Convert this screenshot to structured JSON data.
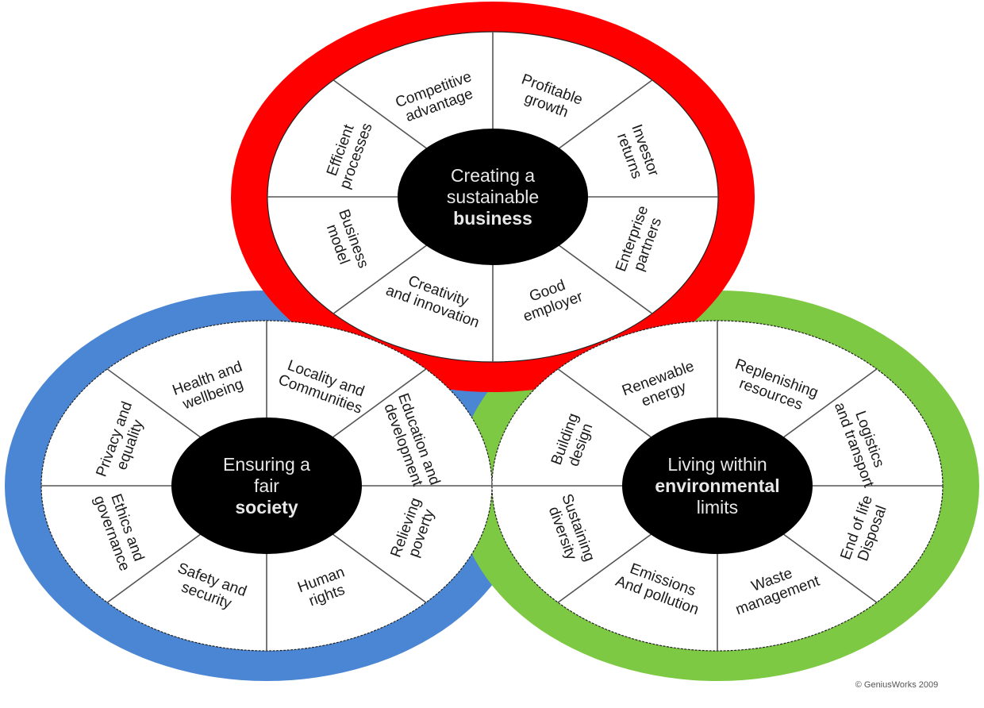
{
  "diagram": {
    "type": "venn-wheel",
    "copyright": "© GeniusWorks 2009",
    "colors": {
      "business_ring": "#ff0000",
      "society_ring": "#4a86d4",
      "environment_ring": "#7dc943",
      "hub": "#000000",
      "interior": "#ffffff"
    },
    "circles": [
      {
        "id": "business",
        "hub_lines": [
          "Creating a",
          "sustainable",
          "business"
        ],
        "hub_bold_line": 2,
        "segments": [
          "Competitive advantage",
          "Profitable growth",
          "Investor returns",
          "Enterprise partners",
          "Good employer",
          "Creativity and innovation",
          "Business model",
          "Efficient processes"
        ]
      },
      {
        "id": "society",
        "hub_lines": [
          "Ensuring a",
          "fair",
          "society"
        ],
        "hub_bold_line": 2,
        "segments": [
          "Health and wellbeing",
          "Locality and Communities",
          "Education and development",
          "Relieving poverty",
          "Human rights",
          "Safety and security",
          "Ethics and governance",
          "Privacy and equality"
        ]
      },
      {
        "id": "environment",
        "hub_lines": [
          "Living within",
          "environmental",
          "limits"
        ],
        "hub_bold_line": 1,
        "segments": [
          "Renewable energy",
          "Replenishing resources",
          "Logistics and transport",
          "End of life Disposal",
          "Waste management",
          "Emissions And pollution",
          "Sustaining diversity",
          "Building design"
        ]
      }
    ]
  }
}
